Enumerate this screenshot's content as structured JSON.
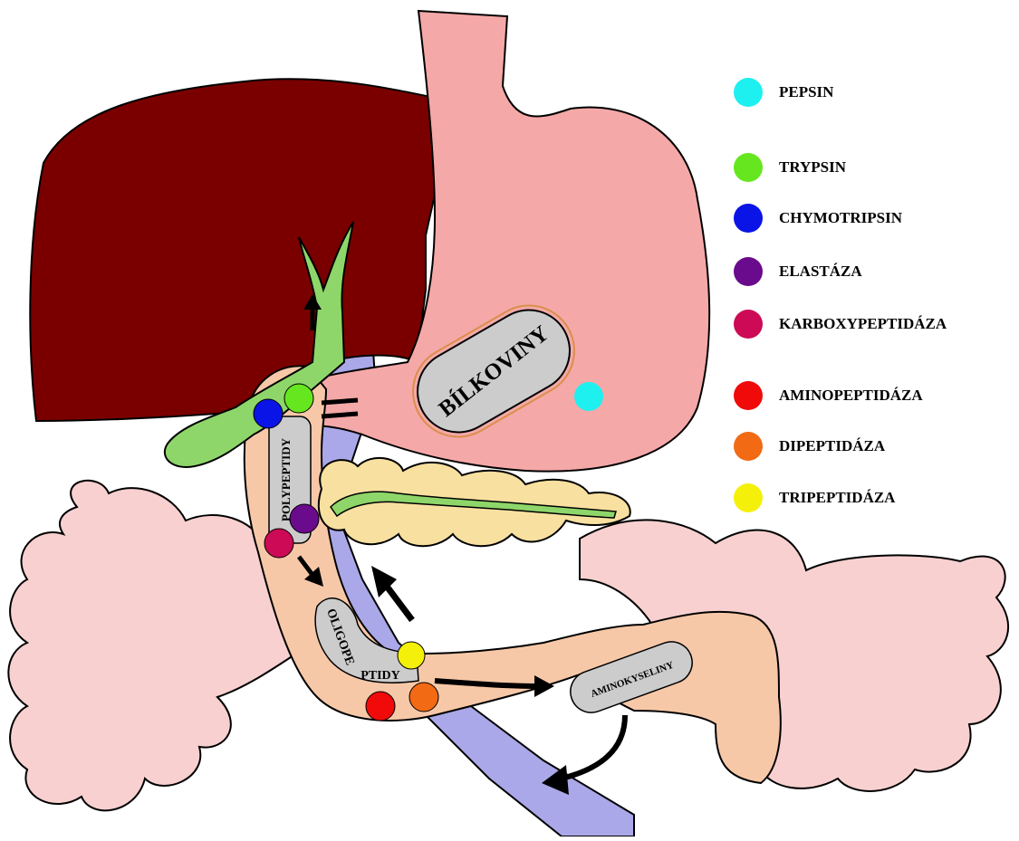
{
  "labels": {
    "bilkoviny": "BÍLKOVINY",
    "polypeptidy": "POLYPEPTIDY",
    "oligopeptidy_a": "OLIGOPE",
    "oligopeptidy_b": "PTIDY",
    "aminokyseliny": "AMINOKYSELINY"
  },
  "legend": [
    {
      "label": "PEPSIN",
      "color": "#1ef0f0"
    },
    {
      "label": "TRYPSIN",
      "color": "#66e61e"
    },
    {
      "label": "CHYMOTRIPSIN",
      "color": "#0a14e6"
    },
    {
      "label": "ELASTÁZA",
      "color": "#6a0a8c"
    },
    {
      "label": "KARBOXYPEPTIDÁZA",
      "color": "#cc0a55"
    },
    {
      "label": "AMINOPEPTIDÁZA",
      "color": "#f00a0a"
    },
    {
      "label": "DIPEPTIDÁZA",
      "color": "#f26a14"
    },
    {
      "label": "TRIPEPTIDÁZA",
      "color": "#f5f00a"
    }
  ],
  "colors": {
    "liver": "#7a0000",
    "stomach": "#f5a8a8",
    "colon": "#f8d0d0",
    "intestine": "#f7c8a8",
    "pancreas": "#f8e0a0",
    "bile": "#8ed66a",
    "vessel": "#aaa8e8",
    "capsule": "#cccccc"
  }
}
